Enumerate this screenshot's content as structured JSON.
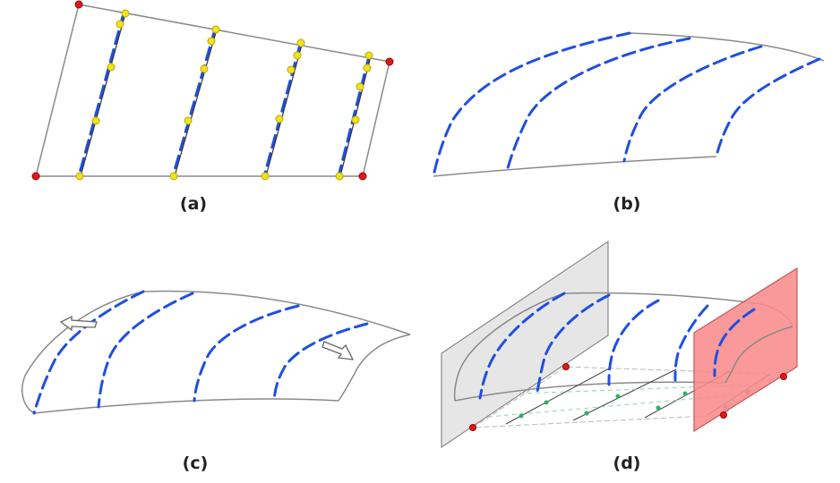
{
  "panels": {
    "a": {
      "label": "(a)"
    },
    "b": {
      "label": "(b)"
    },
    "c": {
      "label": "(c)"
    },
    "d": {
      "label": "(d)"
    }
  },
  "colors": {
    "curve": "#1f4fe0",
    "edge": "#8a8a8a",
    "control_point": "#f2e11e",
    "corner_point": "#e01919",
    "grey_plane": "#e6e6e6",
    "red_plane": "#f88b8b",
    "grid_point": "#2eaf6a"
  }
}
